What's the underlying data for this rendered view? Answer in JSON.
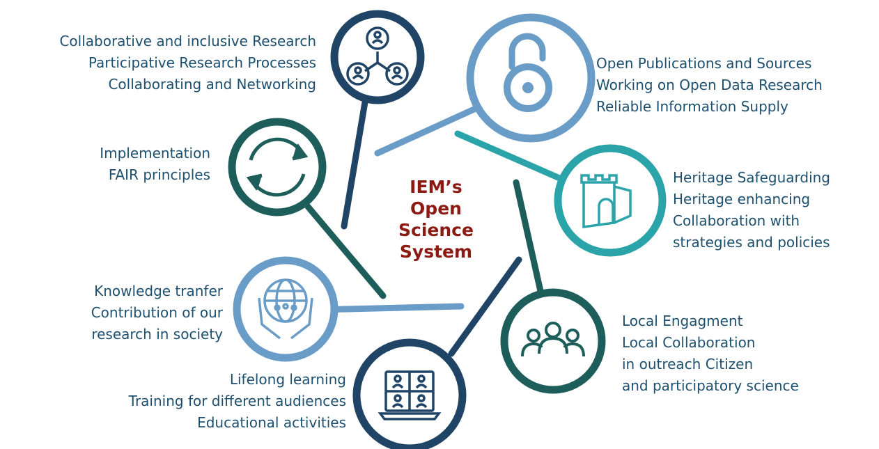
{
  "center": {
    "title_lines": [
      "IEM’s",
      "Open",
      "Science",
      "System"
    ]
  },
  "colors": {
    "dark_navy": "#1f4466",
    "light_blue": "#6a9cc8",
    "teal": "#2aa3a9",
    "dark_teal": "#1e5e5a",
    "text": "#1d4f6e",
    "title": "#8b1a12"
  },
  "nodes": [
    {
      "key": "collaboration",
      "icon": "people-network-icon",
      "lines": [
        "Collaborative and inclusive Research",
        "Participative Research Processes",
        "Collaborating and Networking"
      ]
    },
    {
      "key": "open_publications",
      "icon": "open-access-icon",
      "lines": [
        "Open Publications and Sources",
        "Working on Open Data Research",
        "Reliable Information Supply"
      ]
    },
    {
      "key": "heritage",
      "icon": "castle-icon",
      "lines": [
        "Heritage Safeguarding",
        "Heritage enhancing",
        "Collaboration with",
        "strategies and policies"
      ]
    },
    {
      "key": "local",
      "icon": "group-icon",
      "lines": [
        "Local Engagment",
        "Local Collaboration",
        "in outreach Citizen",
        "and participatory science"
      ]
    },
    {
      "key": "lifelong",
      "icon": "video-conference-icon",
      "lines": [
        "Lifelong learning",
        "Training for different audiences",
        "Educational activities"
      ]
    },
    {
      "key": "knowledge",
      "icon": "hands-globe-icon",
      "lines": [
        "Knowledge tranfer",
        "Contribution of our",
        "research in society"
      ]
    },
    {
      "key": "fair",
      "icon": "cycle-arrows-icon",
      "lines": [
        "Implementation",
        "FAIR principles"
      ]
    }
  ]
}
